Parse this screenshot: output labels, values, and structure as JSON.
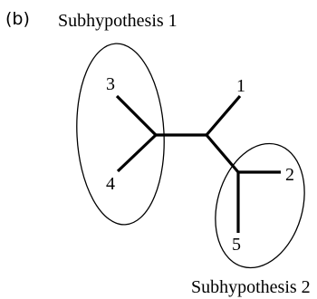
{
  "figure": {
    "panel_label": "(b)",
    "subhypothesis_1_label": "Subhypothesis 1",
    "subhypothesis_2_label": "Subhypothesis 2"
  },
  "tree": {
    "leaves": [
      {
        "id": "leaf-1",
        "label": "1"
      },
      {
        "id": "leaf-2",
        "label": "2"
      },
      {
        "id": "leaf-3",
        "label": "3"
      },
      {
        "id": "leaf-4",
        "label": "4"
      },
      {
        "id": "leaf-5",
        "label": "5"
      }
    ]
  }
}
